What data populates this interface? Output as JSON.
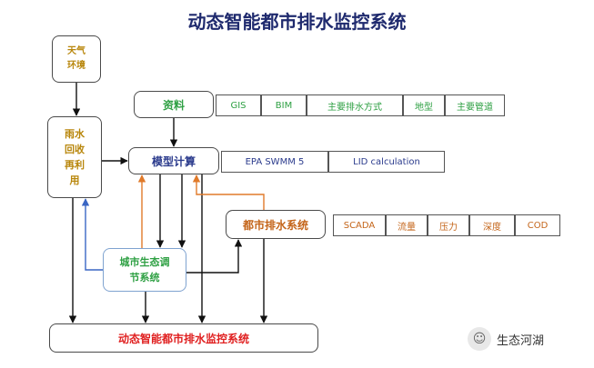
{
  "title": "动态智能都市排水监控系统",
  "weather": {
    "line1": "天气",
    "line2": "环境"
  },
  "rainwater": {
    "lines": [
      "雨水",
      "回收",
      "再利",
      "用"
    ]
  },
  "data_box": {
    "label": "资料",
    "items": [
      "GIS",
      "BIM",
      "主要排水方式",
      "地型",
      "主要管道"
    ]
  },
  "model_box": {
    "label": "模型计算",
    "items": [
      "EPA SWMM 5",
      "LID calculation"
    ]
  },
  "drainage_box": {
    "label": "都市排水系统",
    "items": [
      "SCADA",
      "流量",
      "压力",
      "深度",
      "COD"
    ]
  },
  "eco_box": {
    "line1": "城市生态调",
    "line2": "节系统"
  },
  "bottom_box": {
    "label": "动态智能都市排水监控系统"
  },
  "watermark": {
    "text": "生态河湖"
  }
}
